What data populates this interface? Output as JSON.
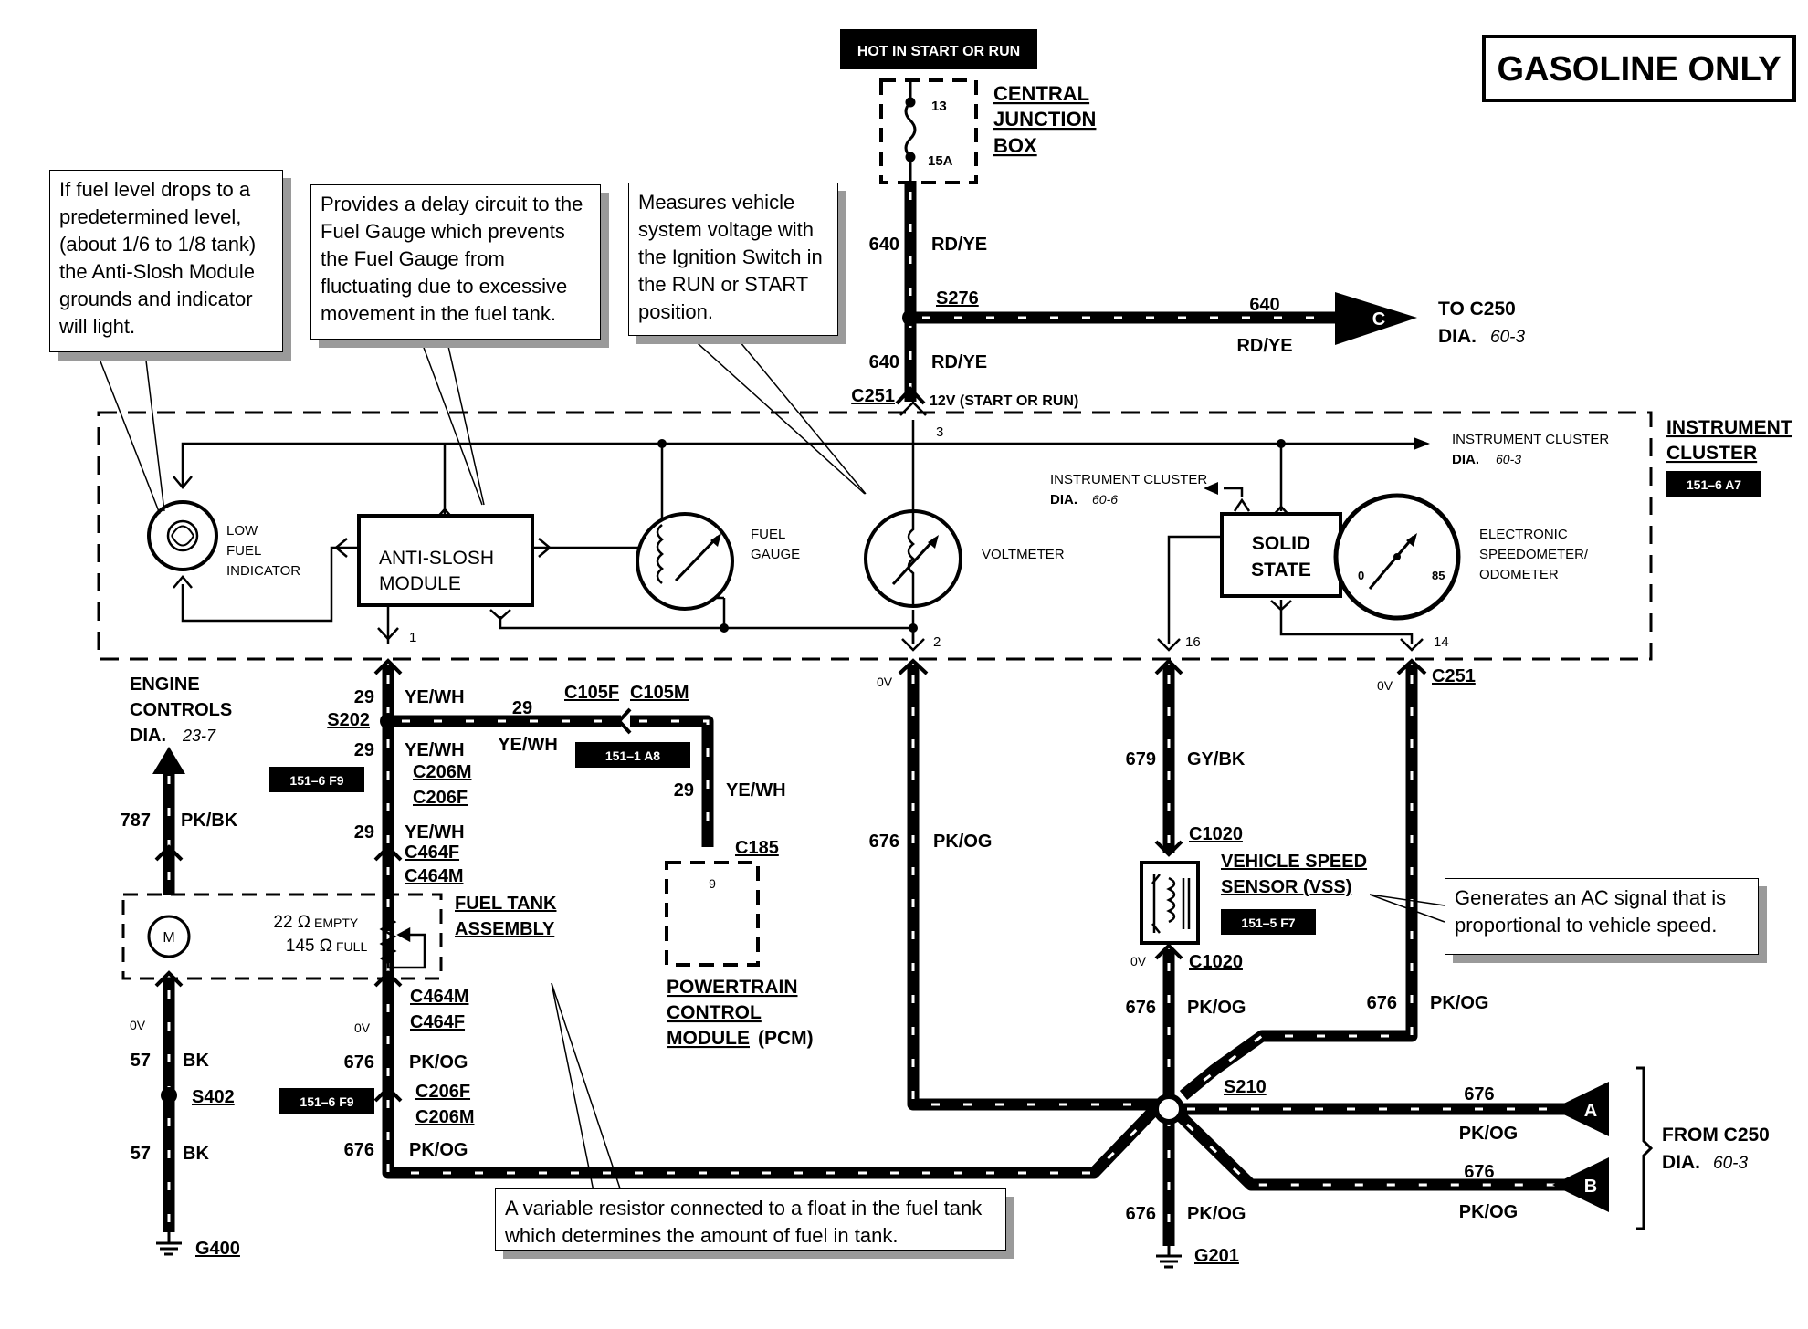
{
  "header": {
    "hot_label": "HOT IN START OR RUN",
    "gasoline_only": "GASOLINE ONLY"
  },
  "notes": {
    "low_fuel": "If fuel level drops to a predetermined level, (about 1/6 to 1/8 tank) the Anti-Slosh Module grounds and indicator will light.",
    "anti_slosh": "Provides a delay circuit to the Fuel Gauge which prevents the Fuel Gauge from fluctuating due to excessive movement in the fuel tank.",
    "voltmeter": "Measures vehicle system voltage with the Ignition Switch in the RUN or START  position.",
    "vss": "Generates an AC signal that is proportional to vehicle speed.",
    "fuel_tank": "A variable resistor connected to a float in the fuel tank which determines the amount of fuel in tank."
  },
  "junction_box": {
    "label_1": "CENTRAL",
    "label_2": "JUNCTION",
    "label_3": "BOX",
    "pin": "13",
    "fuse": "15A"
  },
  "circuits": {
    "c640": "640",
    "rd_ye": "RD/YE",
    "s276": "S276",
    "to_c250_1": "TO C250",
    "to_c250_2": "DIA.",
    "to_c250_ref": "60-3",
    "conn_c": "C",
    "c251": "C251",
    "v12": "12V (START OR RUN)",
    "pin3": "3",
    "pin1": "1",
    "pin2": "2",
    "pin16": "16",
    "pin14": "14",
    "ov": "0V",
    "c29": "29",
    "ye_wh": "YE/WH",
    "s202": "S202",
    "c105f": "C105F",
    "c105m": "C105M",
    "ref_151_1_a8": "151–1 A8",
    "c206m": "C206M",
    "c206f": "C206F",
    "c464f": "C464F",
    "c464m": "C464M",
    "c185": "C185",
    "pcm_pin": "9",
    "pcm_1": "POWERTRAIN",
    "pcm_2": "CONTROL",
    "pcm_3": "MODULE",
    "pcm_4": "(PCM)",
    "ref_151_6_f9": "151–6 F9",
    "ref_151_5_f7": "151–5 F7",
    "ref_151_6_a7": "151–6 A7",
    "c787": "787",
    "pk_bk": "PK/BK",
    "engine_1": "ENGINE",
    "engine_2": "CONTROLS",
    "engine_3": "DIA.",
    "engine_ref": "23-7",
    "fuel_tank_1": "FUEL TANK",
    "fuel_tank_2": "ASSEMBLY",
    "empty_val": "22 Ω",
    "empty": "EMPTY",
    "full_val": "145 Ω",
    "full": "FULL",
    "motor": "M",
    "c57": "57",
    "bk": "BK",
    "s402": "S402",
    "g400": "G400",
    "c676": "676",
    "pk_og": "PK/OG",
    "c679": "679",
    "gy_bk": "GY/BK",
    "c1020": "C1020",
    "vss_1": "VEHICLE SPEED",
    "vss_2": "SENSOR (VSS)",
    "s210": "S210",
    "g201": "G201",
    "conn_a": "A",
    "conn_b": "B",
    "from_c250_1": "FROM C250",
    "from_c250_2": "DIA.",
    "from_c250_ref": "60-3"
  },
  "cluster": {
    "title_1": "INSTRUMENT",
    "title_2": "CLUSTER",
    "low_fuel_1": "LOW",
    "low_fuel_2": "FUEL",
    "low_fuel_3": "INDICATOR",
    "anti_slosh_1": "ANTI-SLOSH",
    "anti_slosh_2": "MODULE",
    "fuel_gauge_1": "FUEL",
    "fuel_gauge_2": "GAUGE",
    "voltmeter": "VOLTMETER",
    "solid_1": "SOLID",
    "solid_2": "STATE",
    "speedo_1": "ELECTRONIC",
    "speedo_2": "SPEEDOMETER/",
    "speedo_3": "ODOMETER",
    "speedo_min": "0",
    "speedo_max": "85",
    "ic_ref_a_1": "INSTRUMENT CLUSTER",
    "ic_ref_a_2": "DIA.",
    "ic_ref_a_val": "60-3",
    "ic_ref_b_1": "INSTRUMENT CLUSTER",
    "ic_ref_b_2": "DIA.",
    "ic_ref_b_val": "60-6"
  }
}
